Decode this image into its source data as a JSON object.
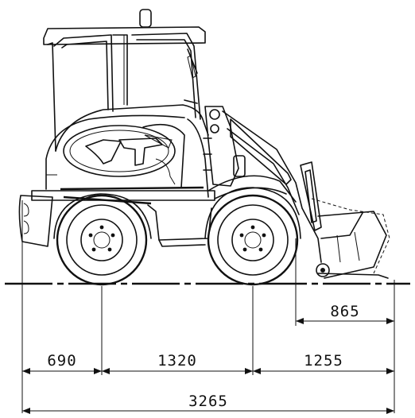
{
  "dimensions": {
    "front_overhang": "865",
    "rear_overhang": "690",
    "wheelbase": "1320",
    "front_axle_to_bucket": "1255",
    "overall_length": "3265"
  }
}
